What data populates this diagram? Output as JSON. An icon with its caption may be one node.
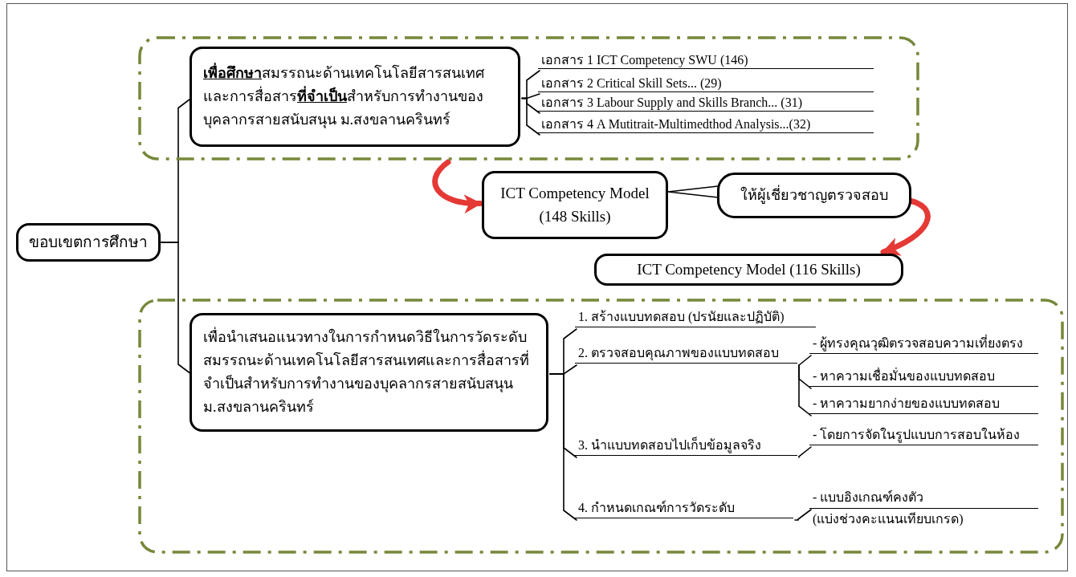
{
  "diagram": {
    "nodes": [
      {
        "text": [
          "ขอบเขตการศึกษา"
        ]
      },
      {
        "text": [],
        "shape": "box"
      },
      {
        "text": [
          "**เพื่อศึกษา**สมรรถนะด้านเทคโนโลยีสารสนเทศและการสื่อสาร**ที่จำเป็น**สำหรับการทำงานของบุคลากรสายสนับสนุน ม.สงขลานครินทร์"
        ],
        "in": 1
      },
      {
        "text": [
          "เอกสาร 1 ICT Competency SWU (146)"
        ],
        "in": 1
      },
      {
        "text": [
          "เอกสาร 2 Critical Skill Sets... (29)"
        ],
        "in": 1
      },
      {
        "text": [
          "เอกสาร 3 Labour Supply and Skills Branch... (31)"
        ],
        "in": 1
      },
      {
        "text": [
          "เอกสาร 4 A Mutitrait-Multimedthod Analysis...(32)"
        ],
        "in": 1
      },
      {
        "text": [
          "ICT Competency Model (148 Skills)"
        ]
      },
      {
        "text": [
          "ให้ผู้เชี่ยวชาญตรวจสอบ"
        ]
      },
      {
        "text": [
          "ICT Competency Model (116 Skills)"
        ]
      },
      {
        "text": [],
        "shape": "box"
      },
      {
        "text": [
          "เพื่อนำเสนอแนวทางในการกำหนดวิธีในการวัดระดับสมรรถนะด้านเทคโนโลยีสารสนเทศและการสื่อสารที่จำเป็นสำหรับการทำงานของบุคลากรสายสนับสนุน ม.สงขลานครินทร์"
        ],
        "in": 10
      },
      {
        "text": [
          "1. สร้างแบบทดสอบ (ปรนัยและปฏิบัติ)"
        ],
        "in": 10
      },
      {
        "text": [
          "2. ตรวจสอบคุณภาพของแบบทดสอบ"
        ],
        "in": 10
      },
      {
        "text": [
          "3. นำแบบทดสอบไปเก็บข้อมูลจริง"
        ],
        "in": 10
      },
      {
        "text": [
          "4. กำหนดเกณฑ์การวัดระดับ"
        ],
        "in": 10
      },
      {
        "text": [
          "- ผู้ทรงคุณวุฒิตรวจสอบความเที่ยงตรง"
        ],
        "in": 10
      },
      {
        "text": [
          "-  หาความเชื่อมั่นของแบบทดสอบ"
        ],
        "in": 10
      },
      {
        "text": [
          "- หาความยากง่ายของแบบทดสอบ"
        ],
        "in": 10
      },
      {
        "text": [
          "- โดยการจัดในรูปแบบการสอบในห้อง"
        ],
        "in": 10
      },
      {
        "text": [
          "- แบบอิงเกณฑ์คงตัว",
          "(แบ่งช่วงคะแนนเทียบเกรด)"
        ],
        "in": 10
      }
    ],
    "edges": [
      {
        "from": 0,
        "to": 2,
        "arrow": "none"
      },
      {
        "from": 0,
        "to": 11,
        "arrow": "none"
      },
      {
        "from": 2,
        "to": 3,
        "arrow": "none"
      },
      {
        "from": 2,
        "to": 4,
        "arrow": "none"
      },
      {
        "from": 2,
        "to": 5,
        "arrow": "none"
      },
      {
        "from": 2,
        "to": 6,
        "arrow": "none"
      },
      {
        "from": 1,
        "to": 7,
        "arrow": "to",
        "style": "thick",
        "color": "#e53935"
      },
      {
        "from": 8,
        "to": 7,
        "arrow": "none"
      },
      {
        "from": 8,
        "to": 9,
        "arrow": "to",
        "style": "thick",
        "color": "#e53935"
      },
      {
        "from": 11,
        "to": 12,
        "arrow": "none"
      },
      {
        "from": 11,
        "to": 13,
        "arrow": "none"
      },
      {
        "from": 11,
        "to": 14,
        "arrow": "none"
      },
      {
        "from": 11,
        "to": 15,
        "arrow": "none"
      },
      {
        "from": 13,
        "to": 16,
        "arrow": "none"
      },
      {
        "from": 13,
        "to": 17,
        "arrow": "none"
      },
      {
        "from": 13,
        "to": 18,
        "arrow": "none"
      },
      {
        "from": 14,
        "to": 19,
        "arrow": "none"
      },
      {
        "from": 15,
        "to": 20,
        "arrow": "none"
      }
    ]
  }
}
